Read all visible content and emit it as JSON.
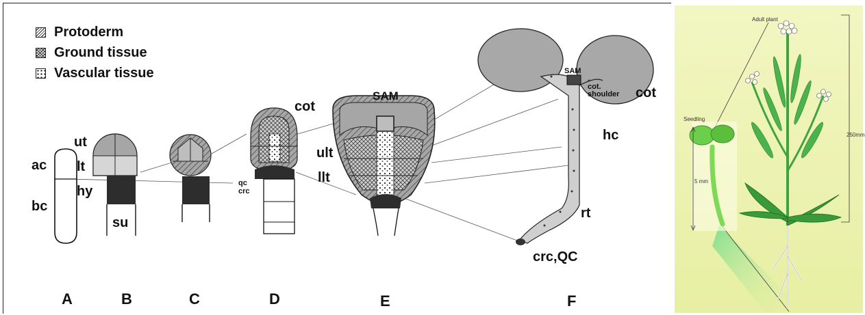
{
  "legend": {
    "protoderm": "Protoderm",
    "ground": "Ground tissue",
    "vascular": "Vascular tissue"
  },
  "labels": {
    "ac": "ac",
    "bc": "bc",
    "ut": "ut",
    "lt": "lt",
    "hy": "hy",
    "su": "su",
    "qc": "qc",
    "crc": "crc",
    "cot_e": "cot",
    "sam_e": "SAM",
    "ult": "ult",
    "llt": "llt",
    "sam_f": "SAM",
    "cot_shoulder_1": "cot.",
    "cot_shoulder_2": "shoulder",
    "cot_f": "cot",
    "hc": "hc",
    "rt": "rt",
    "crc_qc": "crc,QC"
  },
  "stages": [
    "A",
    "B",
    "C",
    "D",
    "E",
    "F"
  ],
  "plant": {
    "adult": "Adult plant",
    "seedling": "Seedling",
    "seedling_size": "5 mm",
    "adult_size": "250mm"
  },
  "colors": {
    "dark": "#333333",
    "mid_grey": "#a6a6a6",
    "light_grey": "#cfcfcf",
    "panel_bg": "#eef2b4",
    "leaf_green": "#3fa43f",
    "seedling_green": "#7ed957"
  }
}
